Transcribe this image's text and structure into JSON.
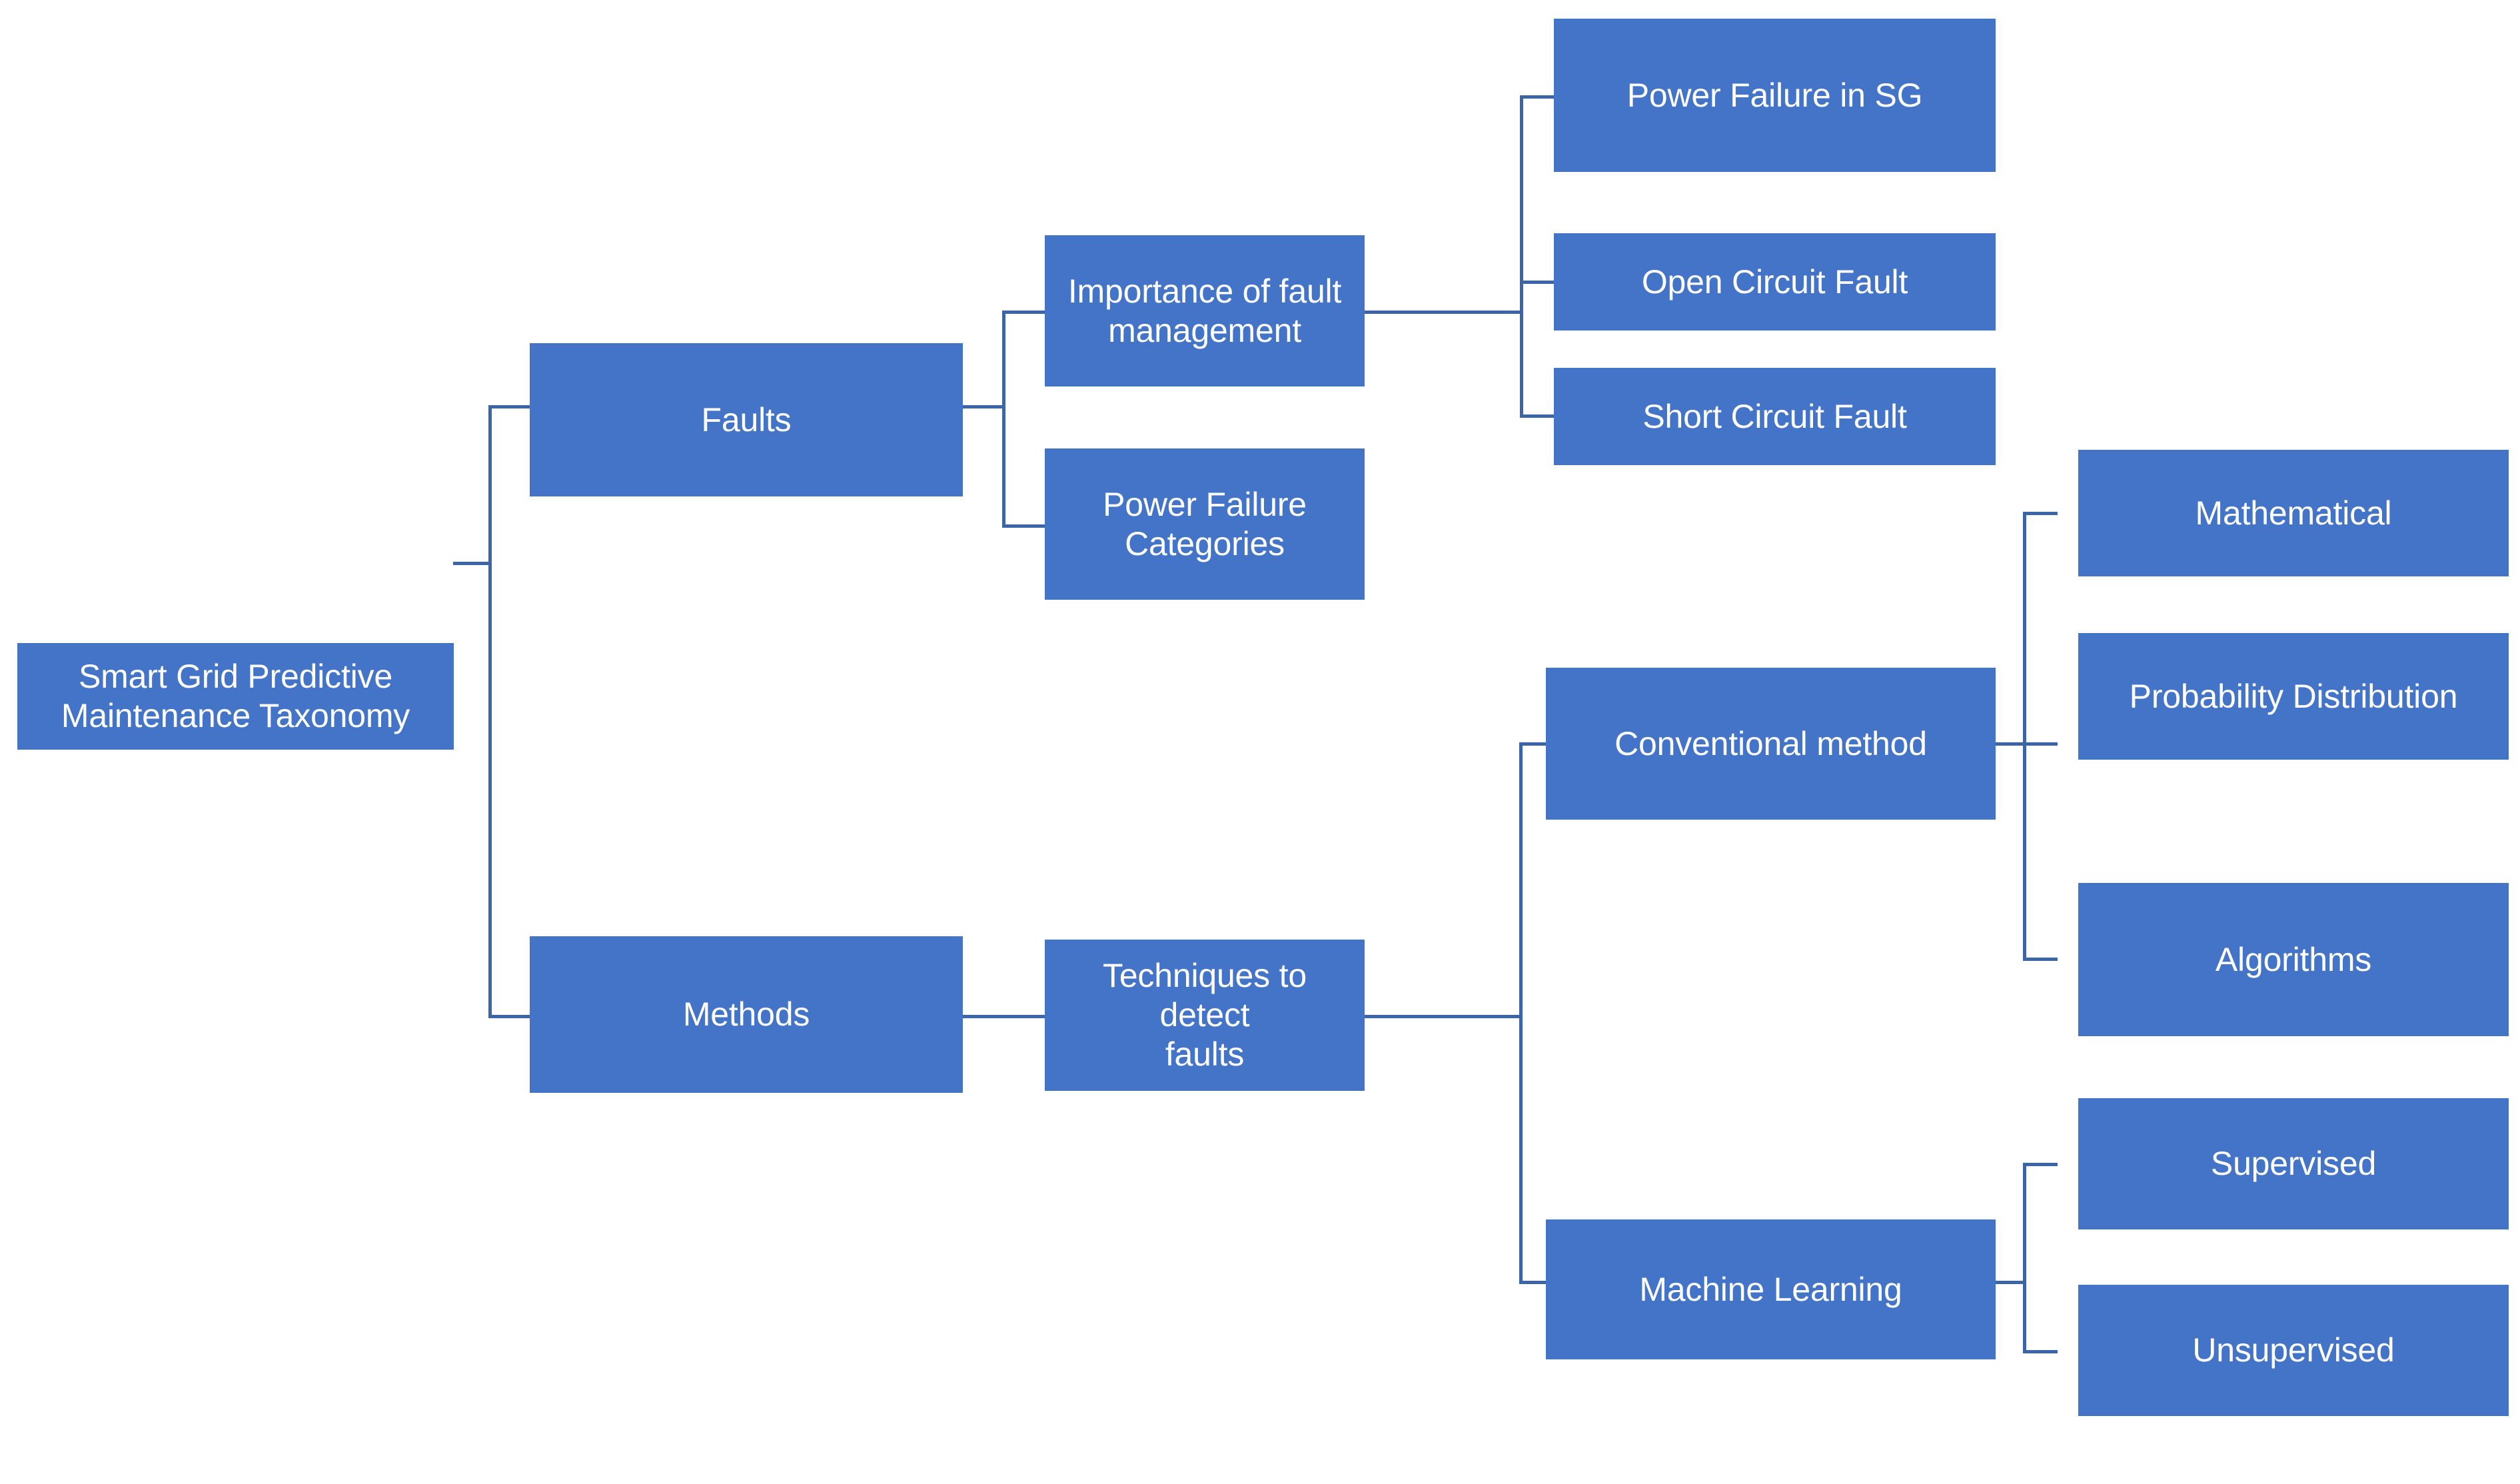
{
  "diagram": {
    "title": "Smart Grid Predictive Maintenance Taxonomy",
    "type": "tree-taxonomy",
    "orientation": "left-to-right",
    "accent_color": "#4374C8",
    "connector_color": "#3B65A8",
    "text_color": "#FFFFFF",
    "background_color": "#FFFFFF"
  },
  "nodes": {
    "root": "Smart Grid Predictive\nMaintenance Taxonomy",
    "faults": "Faults",
    "methods": "Methods",
    "importance_of_fault_management": "Importance of fault\nmanagement",
    "power_failure_categories": "Power Failure\nCategories",
    "techniques_to_detect_faults": "Techniques to detect\nfaults",
    "power_failure_in_sg": "Power Failure in SG",
    "open_circuit_fault": "Open Circuit Fault",
    "short_circuit_fault": "Short Circuit Fault",
    "conventional_method": "Conventional method",
    "machine_learning": "Machine Learning",
    "mathematical": "Mathematical",
    "probability_distribution": "Probability Distribution",
    "algorithms": "Algorithms",
    "supervised": "Supervised",
    "unsupervised": "Unsupervised"
  },
  "hierarchy": [
    {
      "label": "Smart Grid Predictive Maintenance Taxonomy",
      "level": 1,
      "children": [
        {
          "label": "Faults",
          "level": 2,
          "children": [
            {
              "label": "Importance of fault management",
              "level": 3,
              "children": [
                {
                  "label": "Power Failure in SG",
                  "level": 4,
                  "children": []
                },
                {
                  "label": "Open Circuit Fault",
                  "level": 4,
                  "children": []
                },
                {
                  "label": "Short Circuit Fault",
                  "level": 4,
                  "children": []
                }
              ]
            },
            {
              "label": "Power Failure Categories",
              "level": 3,
              "children": []
            }
          ]
        },
        {
          "label": "Methods",
          "level": 2,
          "children": [
            {
              "label": "Techniques to detect faults",
              "level": 3,
              "children": [
                {
                  "label": "Conventional method",
                  "level": 4,
                  "children": [
                    {
                      "label": "Mathematical",
                      "level": 5,
                      "children": []
                    },
                    {
                      "label": "Probability Distribution",
                      "level": 5,
                      "children": []
                    },
                    {
                      "label": "Algorithms",
                      "level": 5,
                      "children": []
                    }
                  ]
                },
                {
                  "label": "Machine Learning",
                  "level": 4,
                  "children": [
                    {
                      "label": "Supervised",
                      "level": 5,
                      "children": []
                    },
                    {
                      "label": "Unsupervised",
                      "level": 5,
                      "children": []
                    }
                  ]
                }
              ]
            }
          ]
        }
      ]
    }
  ]
}
